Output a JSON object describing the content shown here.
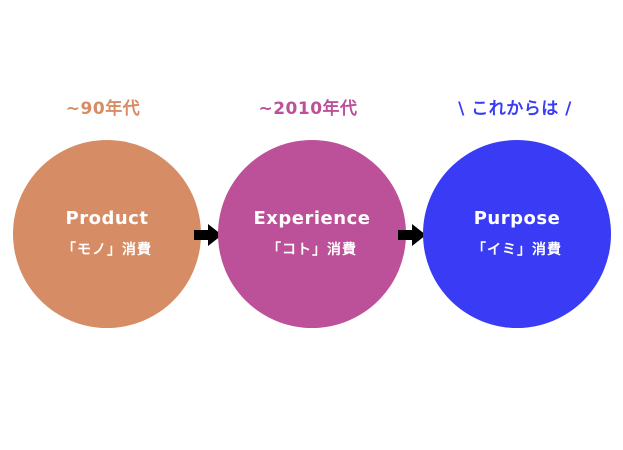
{
  "stages": [
    {
      "era": "~90年代",
      "title": "Product",
      "subtitle": "「モノ」消費",
      "color": "#d68c64",
      "era_color": "#d68c64"
    },
    {
      "era": "~2010年代",
      "title": "Experience",
      "subtitle": "「コト」消費",
      "color": "#bd5199",
      "era_color": "#bd5199"
    },
    {
      "era": "\\ これからは /",
      "title": "Purpose",
      "subtitle": "「イミ」消費",
      "color": "#3a3cf5",
      "era_color": "#3a3cf5"
    }
  ],
  "arrow_color": "#000000",
  "arrow_icon": "right-arrow-icon"
}
